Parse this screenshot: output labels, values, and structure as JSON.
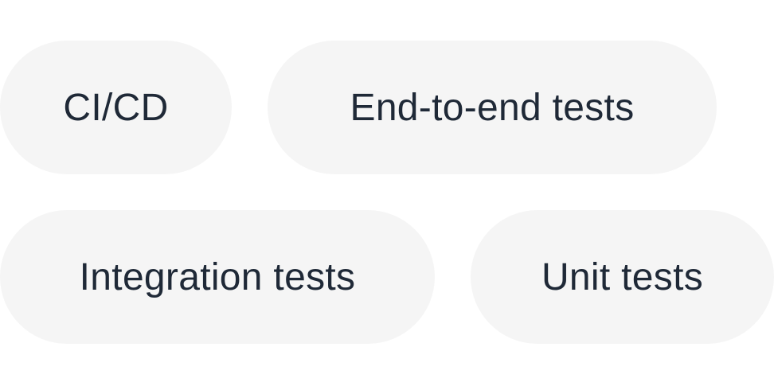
{
  "tags": [
    {
      "label": "CI/CD"
    },
    {
      "label": "End-to-end tests"
    },
    {
      "label": "Integration tests"
    },
    {
      "label": "Unit tests"
    }
  ],
  "colors": {
    "chip_background": "#f5f5f5",
    "chip_text": "#1f2937",
    "page_background": "#ffffff"
  }
}
